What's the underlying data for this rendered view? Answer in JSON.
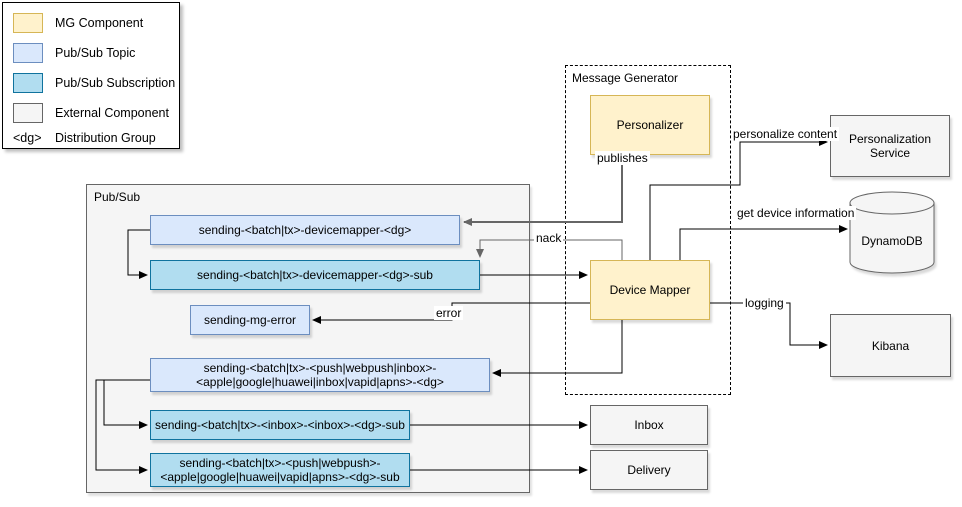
{
  "legend": {
    "items": [
      {
        "label": "MG Component"
      },
      {
        "label": "Pub/Sub Topic"
      },
      {
        "label": "Pub/Sub Subscription"
      },
      {
        "label": "External Component"
      },
      {
        "key": "<dg>",
        "label": "Distribution Group"
      }
    ]
  },
  "containers": {
    "pubsub": {
      "label": "Pub/Sub"
    },
    "message_generator": {
      "label": "Message Generator"
    }
  },
  "nodes": {
    "topic_devicemapper": {
      "label": "sending-<batch|tx>-devicemapper-<dg>"
    },
    "sub_devicemapper": {
      "label": "sending-<batch|tx>-devicemapper-<dg>-sub"
    },
    "topic_mg_error": {
      "label": "sending-mg-error"
    },
    "topic_push": {
      "line1": "sending-<batch|tx>-<push|webpush|inbox>-",
      "line2": "<apple|google|huawei|inbox|vapid|apns>-<dg>"
    },
    "sub_inbox": {
      "label": "sending-<batch|tx>-<inbox>-<inbox>-<dg>-sub"
    },
    "sub_push": {
      "line1": "sending-<batch|tx>-<push|webpush>-",
      "line2": "<apple|google|huawei|vapid|apns>-<dg>-sub"
    },
    "personalizer": {
      "label": "Personalizer"
    },
    "device_mapper": {
      "label": "Device Mapper"
    },
    "personalization_service": {
      "label": "Personalization Service"
    },
    "dynamodb": {
      "label": "DynamoDB"
    },
    "kibana": {
      "label": "Kibana"
    },
    "inbox": {
      "label": "Inbox"
    },
    "delivery": {
      "label": "Delivery"
    }
  },
  "edge_labels": {
    "publishes": "publishes",
    "nack": "nack",
    "error": "error",
    "personalize_content": "personalize content",
    "get_device_information": "get device information",
    "logging": "logging"
  },
  "colors": {
    "mg_fill": "#FFF2CC",
    "mg_stroke": "#D6B656",
    "topic_fill": "#DAE8FC",
    "topic_stroke": "#6C8EBF",
    "subscription_fill": "#B1DDF0",
    "subscription_stroke": "#10739E",
    "external_fill": "#F5F5F5",
    "external_stroke": "#666666",
    "container_fill": "#F5F5F5",
    "edge_black": "#000000",
    "edge_gray": "#666666"
  }
}
